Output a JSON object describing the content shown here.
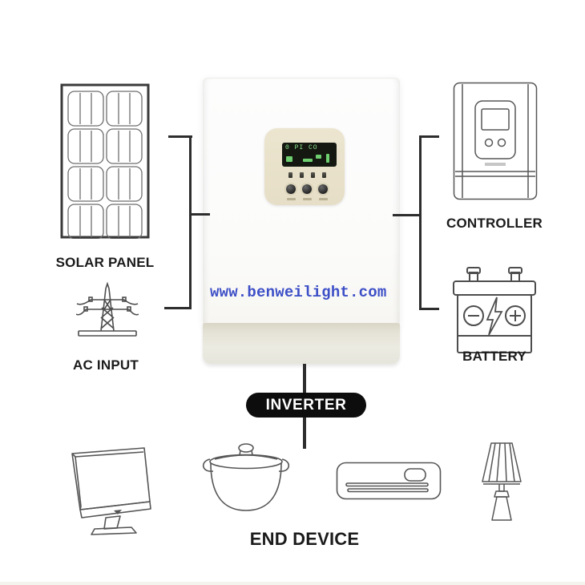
{
  "watermark": {
    "text": "www.benweilight.com",
    "color": "#3c4fc7"
  },
  "badge": {
    "label": "INVERTER"
  },
  "lcd": {
    "line1": "0 PI CO"
  },
  "labels": {
    "solar_panel": "SOLAR PANEL",
    "ac_input": "AC INPUT",
    "controller": "CONTROLLER",
    "battery": "BATTERY",
    "end_device": "END DEVICE"
  },
  "icons": {
    "left_top": "solar-panel-icon",
    "left_bottom": "power-tower-icon",
    "right_top": "charge-controller-icon",
    "right_bottom": "battery-icon",
    "bottom": [
      "monitor-icon",
      "cooking-pot-icon",
      "air-conditioner-icon",
      "table-lamp-icon"
    ]
  },
  "colors": {
    "background": "#ffffff",
    "label_text": "#1b1b1b",
    "wire": "#2d2d2d",
    "badge_bg": "#0d0d0d",
    "badge_text": "#ffffff",
    "panel_beige": "#e9e2cc",
    "lcd_bg": "#141811",
    "lcd_green": "#8fe58f",
    "icon_stroke": "#4d4d4d"
  }
}
